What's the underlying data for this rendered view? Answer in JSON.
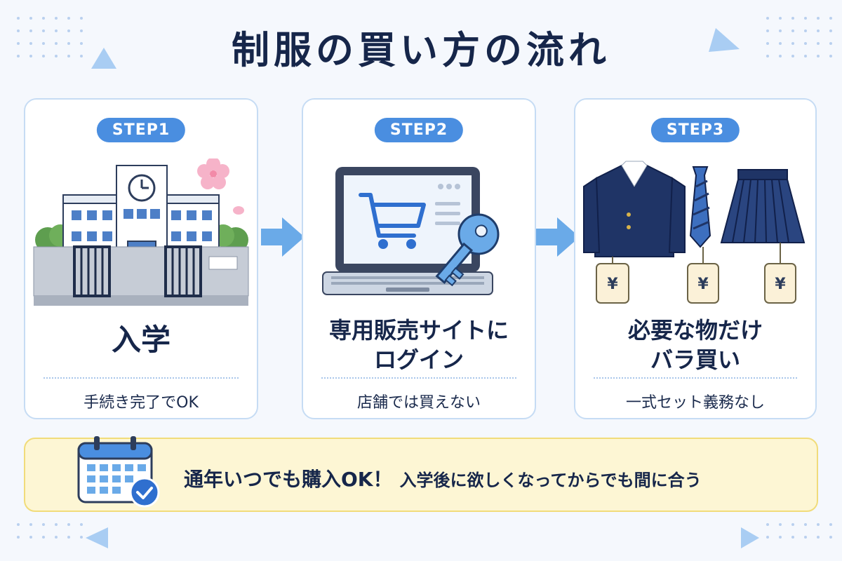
{
  "title": "制服の買い方の流れ",
  "steps": [
    {
      "badge": "STEP1",
      "heading": [
        "入学"
      ],
      "sub": "手続き完了でOK",
      "icon": "school-building-icon"
    },
    {
      "badge": "STEP2",
      "heading": [
        "専用販売サイトに",
        "ログイン"
      ],
      "sub": "店舗では買えない",
      "icon": "laptop-cart-key-icon"
    },
    {
      "badge": "STEP3",
      "heading": [
        "必要な物だけ",
        "バラ買い"
      ],
      "sub": "一式セット義務なし",
      "icon": "uniform-items-price-tag-icon",
      "price_mark": "¥"
    }
  ],
  "banner": {
    "main": "通年いつでも購入OK！",
    "sub": "入学後に欲しくなってからでも間に合う",
    "icon": "calendar-check-icon"
  },
  "colors": {
    "accent": "#4a8ee0",
    "navy": "#16264a",
    "card_border": "#c6dcf4",
    "banner_bg": "#fdf6d4",
    "banner_border": "#f1dc7a",
    "arrow": "#6aaae8"
  }
}
